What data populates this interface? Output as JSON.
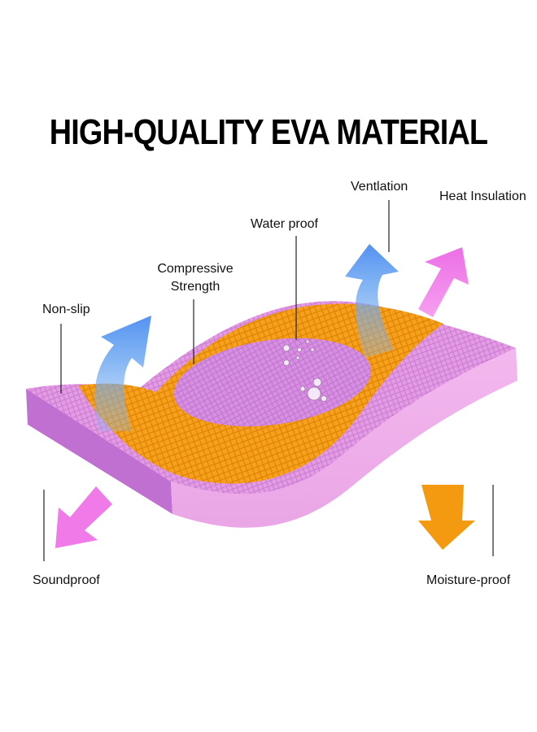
{
  "title": "HIGH-QUALITY EVA MATERIAL",
  "labels": {
    "non_slip": "Non-slip",
    "compressive_line1": "Compressive",
    "compressive_line2": "Strength",
    "water_proof": "Water proof",
    "ventilation": "Ventlation",
    "heat_insulation": "Heat Insulation",
    "soundproof": "Soundproof",
    "moisture_proof": "Moisture-proof"
  },
  "colors": {
    "foam_pink": "#e9a0e8",
    "foam_side": "#f1b3ec",
    "orange_layer": "#f7a020",
    "ellipse_purple": "#d68ae0",
    "blue_arrow": "#5aa0f0",
    "pink_arrow": "#f07ae8",
    "orange_arrow": "#f39a10"
  },
  "icons": {
    "ventilation": "curved-up-arrow-icon",
    "heat": "up-arrow-icon",
    "sound": "down-left-arrow-icon",
    "moisture": "down-arrow-icon"
  }
}
